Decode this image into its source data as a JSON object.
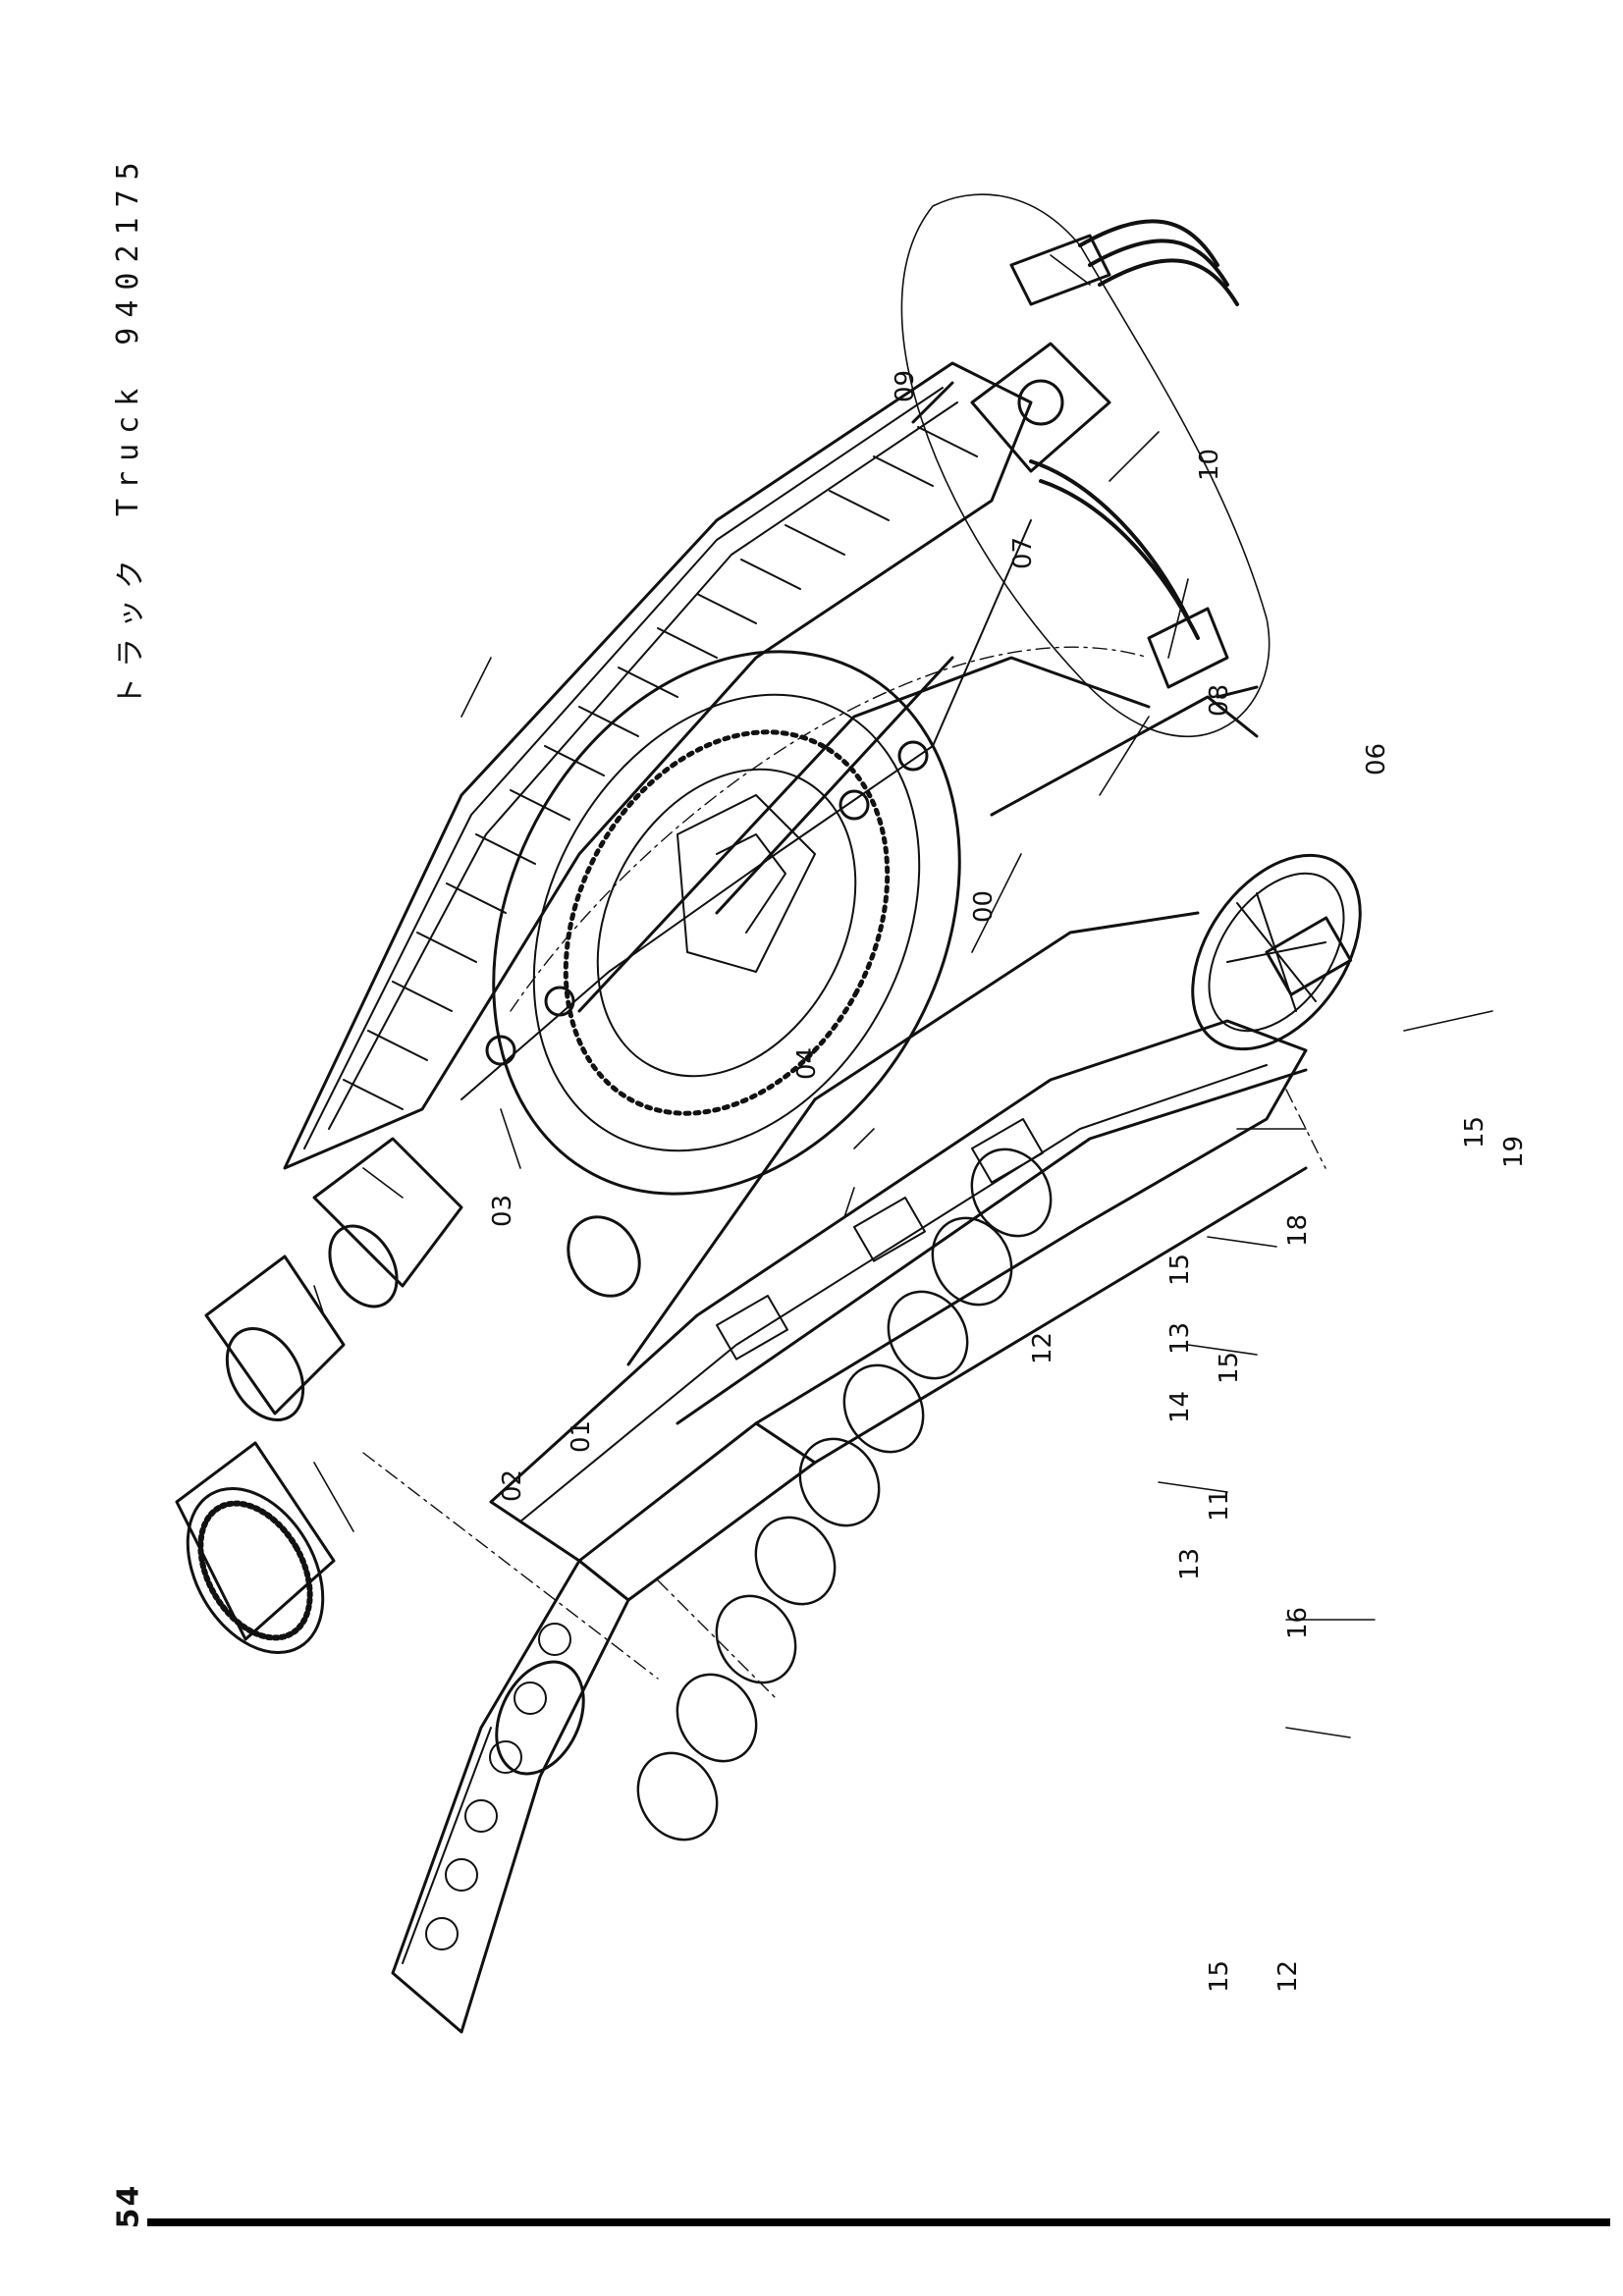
{
  "header": {
    "japanese": "トラック",
    "english": "Truck",
    "part_number": "9402175"
  },
  "page_number": "54",
  "callouts": [
    "00",
    "01",
    "02",
    "03",
    "04",
    "06",
    "07",
    "08",
    "09",
    "10",
    "11",
    "12",
    "13",
    "14",
    "15",
    "16",
    "18",
    "19",
    "12",
    "13",
    "15",
    "15",
    "15"
  ],
  "colors": {
    "ink": "#111111",
    "paper": "#ffffff"
  }
}
